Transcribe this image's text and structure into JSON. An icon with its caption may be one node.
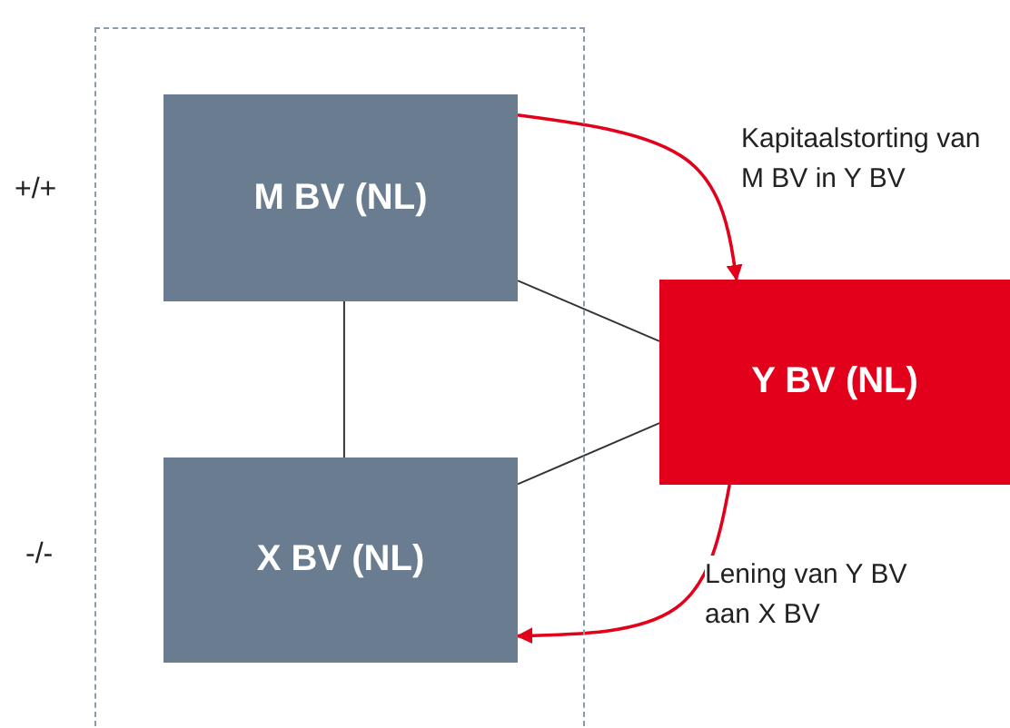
{
  "diagram": {
    "nodes": [
      {
        "text": [],
        "shape": "box"
      },
      {
        "text": [
          "M BV (NL)"
        ],
        "in": 0
      },
      {
        "text": [
          "X BV (NL)"
        ],
        "in": 0
      },
      {
        "text": [
          "Y BV (NL)"
        ]
      }
    ],
    "edges": [
      {
        "from": 1,
        "to": 2,
        "arrow": "none"
      },
      {
        "from": 1,
        "to": 3,
        "arrow": "none"
      },
      {
        "from": 2,
        "to": 3,
        "arrow": "none"
      },
      {
        "from": 1,
        "to": 3,
        "arrow": "to",
        "label": "Kapitaalstorting van M BV in Y BV",
        "color": "#e2001a"
      },
      {
        "from": 3,
        "to": 2,
        "arrow": "to",
        "label": "Lening van Y BV aan X BV",
        "color": "#e2001a"
      }
    ],
    "labels": [
      "+/+",
      "-/-"
    ]
  }
}
